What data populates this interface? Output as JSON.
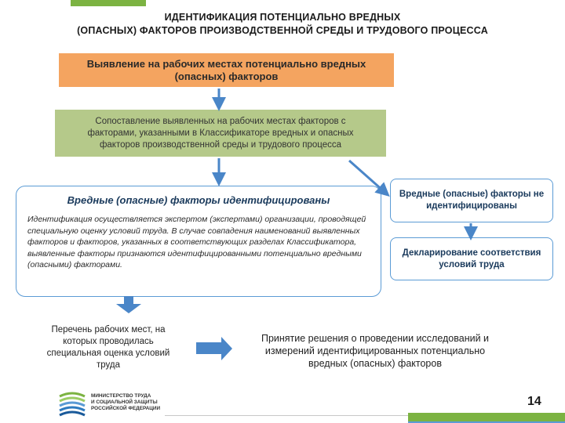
{
  "title": {
    "line1": "ИДЕНТИФИКАЦИЯ ПОТЕНЦИАЛЬНО ВРЕДНЫХ",
    "line2": "(ОПАСНЫХ) ФАКТОРОВ ПРОИЗВОДСТВЕННОЙ СРЕДЫ И ТРУДОВОГО ПРОЦЕССА"
  },
  "nodes": {
    "detection": {
      "line1": "Выявление на рабочих местах потенциально вредных",
      "line2": "(опасных) факторов"
    },
    "comparison": {
      "line1": "Сопоставление выявленных на рабочих местах факторов с",
      "line2": "факторами, указанными в Классификаторе вредных и опасных",
      "line3": "факторов производственной среды и трудового процесса"
    },
    "identified": {
      "heading": "Вредные (опасные) факторы идентифицированы",
      "text": "Идентификация осуществляется экспертом (экспертами) организации, проводящей специальную оценку условий труда. В случае совпадения наименований выявленных факторов и факторов, указанных в соответствующих разделах Классификатора, выявленные факторы признаются идентифицированными потенциально вредными (опасными) факторами."
    },
    "not_identified": {
      "line1": "Вредные (опасные) факторы не",
      "line2": "идентифицированы"
    },
    "declaration": {
      "line1": "Декларирование соответствия",
      "line2": "условий труда"
    },
    "workplace_list": {
      "line1": "Перечень рабочих мест, на",
      "line2": "которых проводилась",
      "line3": "специальная оценка условий",
      "line4": "труда"
    },
    "decision": {
      "line1": "Принятие решения о проведении исследований и",
      "line2": "измерений идентифицированных потенциально",
      "line3": "вредных (опасных) факторов"
    }
  },
  "footer": {
    "ministry_line1": "МИНИСТЕРСТВО ТРУДА",
    "ministry_line2": "И СОЦИАЛЬНОЙ ЗАЩИТЫ",
    "ministry_line3": "РОССИЙСКОЙ ФЕДЕРАЦИИ",
    "page_number": "14"
  },
  "colors": {
    "orange_box": "#f4a460",
    "green_box": "#b5c98a",
    "arrow_blue": "#4a86c8",
    "border_blue": "#5b9bd5",
    "accent_green": "#7cb342"
  }
}
